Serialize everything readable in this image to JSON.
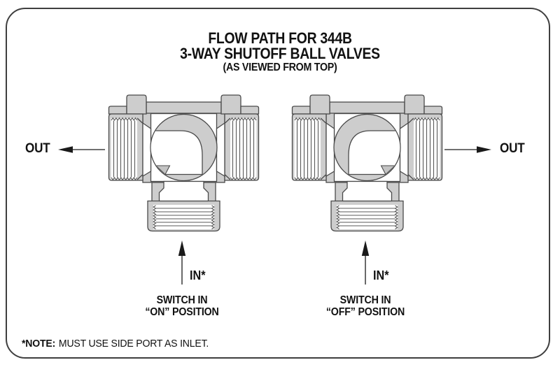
{
  "title": {
    "line1": "FLOW PATH FOR 344B",
    "line2": "3-WAY SHUTOFF BALL VALVES",
    "line3": "(AS VIEWED FROM TOP)"
  },
  "ports": {
    "out_left": "OUT",
    "out_right": "OUT",
    "in_left": "IN*",
    "in_right": "IN*"
  },
  "valves": [
    {
      "id": "on",
      "caption_line1": "SWITCH IN",
      "caption_line2": "“ON” POSITION"
    },
    {
      "id": "off",
      "caption_line1": "SWITCH IN",
      "caption_line2": "“OFF” POSITION"
    }
  ],
  "note": {
    "prefix": "*NOTE:",
    "text": "MUST USE SIDE PORT AS INLET."
  },
  "colors": {
    "body_gray": "#cdcdcd",
    "outline": "#4a4a4a",
    "chamber_white": "#ffffff",
    "fold_gray": "#c3c3c3",
    "border": "#3f3f3f",
    "text": "#111111"
  }
}
